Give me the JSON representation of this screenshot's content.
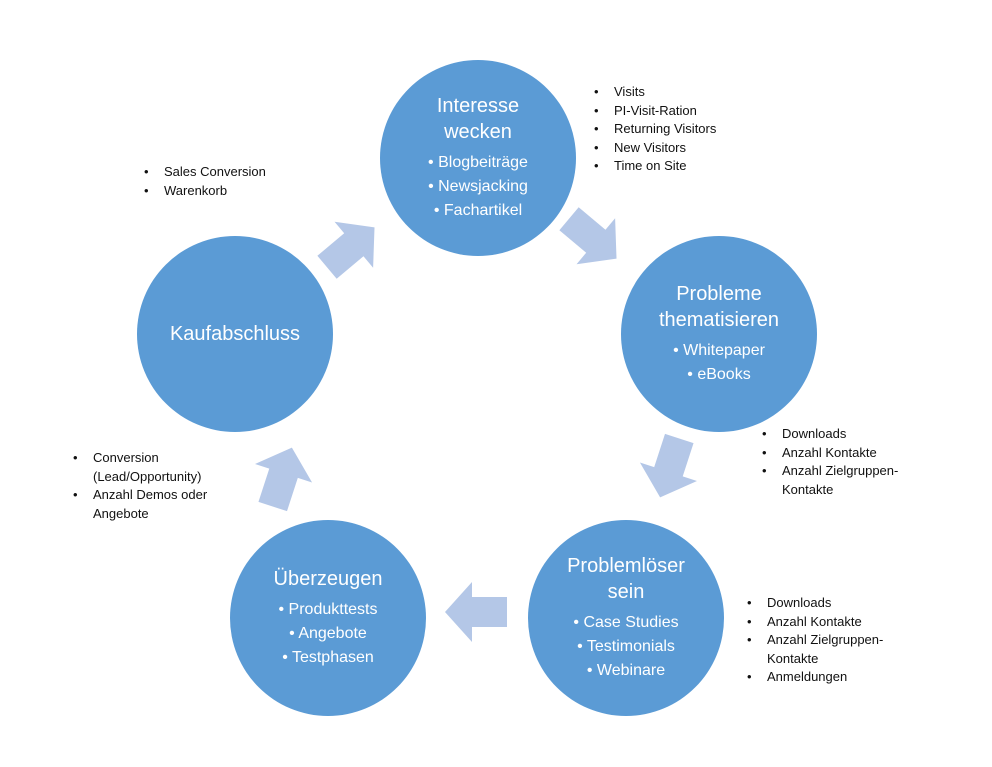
{
  "colors": {
    "circle": "#5b9bd5",
    "arrow": "#b4c7e7",
    "text": "#111111"
  },
  "stages": {
    "interesse": {
      "title_line1": "Interesse",
      "title_line2": "wecken",
      "items": [
        "Blogbeiträge",
        "Newsjacking",
        "Fachartikel"
      ]
    },
    "probleme": {
      "title_line1": "Probleme",
      "title_line2": "thematisieren",
      "items": [
        "Whitepaper",
        "eBooks"
      ]
    },
    "problemloeser": {
      "title_line1": "Problemlöser",
      "title_line2": "sein",
      "items": [
        "Case Studies",
        "Testimonials",
        "Webinare"
      ]
    },
    "ueberzeugen": {
      "title": "Überzeugen",
      "items": [
        "Produkttests",
        "Angebote",
        "Testphasen"
      ]
    },
    "kaufabschluss": {
      "title": "Kaufabschluss"
    }
  },
  "notes": {
    "interesse": [
      "Visits",
      "PI-Visit-Ration",
      "Returning Visitors",
      "New Visitors",
      "Time on Site"
    ],
    "probleme": [
      "Downloads",
      "Anzahl Kontakte",
      "Anzahl Zielgruppen-",
      "Kontakte"
    ],
    "problemloeser": [
      "Downloads",
      "Anzahl Kontakte",
      "Anzahl Zielgruppen-",
      "Kontakte",
      "Anmeldungen"
    ],
    "ueberzeugen": [
      "Conversion",
      "(Lead/Opportunity)",
      "Anzahl Demos oder",
      "Angebote"
    ],
    "kaufabschluss": [
      "Sales Conversion",
      "Warenkorb"
    ]
  }
}
